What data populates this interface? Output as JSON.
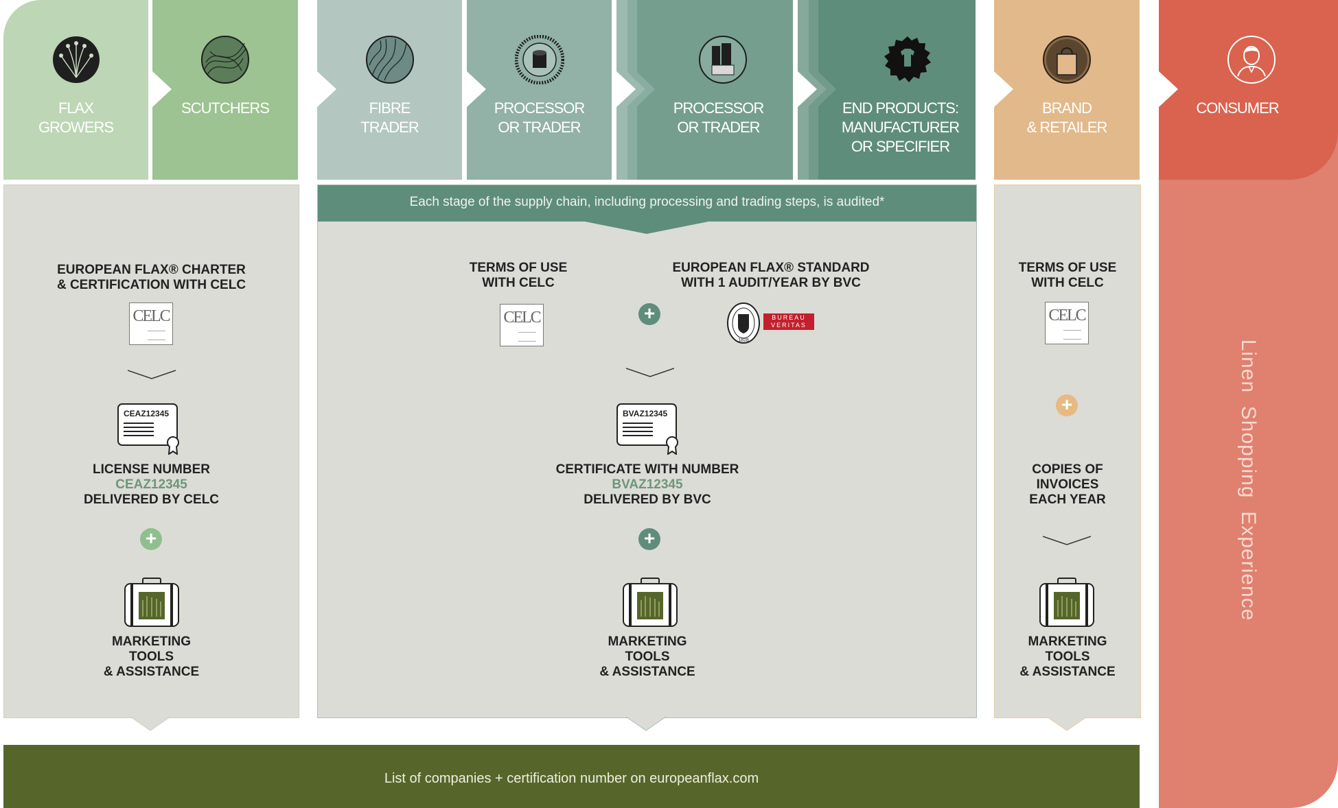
{
  "stages": [
    {
      "label": "FLAX\nGROWERS",
      "icon": "flax-flower-icon",
      "color": "#bdd6b5"
    },
    {
      "label": "SCUTCHERS",
      "icon": "fiber-strands-icon",
      "color": "#9cc391"
    },
    {
      "label": "FIBRE\nTRADER",
      "icon": "fibre-bundle-icon",
      "color": "#b3c6c0"
    },
    {
      "label": "PROCESSOR\nOR TRADER",
      "icon": "yarn-spool-icon",
      "color": "#92b1a7"
    },
    {
      "label": "PROCESSOR\nOR TRADER",
      "icon": "fabric-rolls-icon",
      "color": "#759e8f"
    },
    {
      "label": "END PRODUCTS:\nMANUFACTURER\nOR SPECIFIER",
      "icon": "shirt-badge-icon",
      "color": "#5f8d7b"
    },
    {
      "label": "BRAND\n& RETAILER",
      "icon": "shopping-bag-icon",
      "color": "#e2b98a"
    },
    {
      "label": "CONSUMER",
      "icon": "person-icon",
      "color": "#d9634f"
    }
  ],
  "audit_banner": "Each stage of the supply chain, including processing and trading steps, is audited*",
  "left_panel": {
    "title": "EUROPEAN FLAX® CHARTER\n& CERTIFICATION WITH CELC",
    "logo": "CELC",
    "cert_code": "CEAZ12345",
    "license_line1": "LICENSE NUMBER",
    "license_number": "CEAZ12345",
    "license_line3": "DELIVERED BY CELC",
    "marketing": "MARKETING\nTOOLS\n& ASSISTANCE"
  },
  "middle_panel": {
    "terms_title": "TERMS OF USE\nWITH CELC",
    "standard_title": "EUROPEAN FLAX® STANDARD\nWITH 1 AUDIT/YEAR BY BVC",
    "logo": "CELC",
    "bv_logo_text": "BUREAU\nVERITAS",
    "bv_seal_year": "1828",
    "cert_code": "BVAZ12345",
    "cert_line1": "CERTIFICATE WITH NUMBER",
    "cert_number": "BVAZ12345",
    "cert_line3": "DELIVERED BY BVC",
    "marketing": "MARKETING\nTOOLS\n& ASSISTANCE"
  },
  "right_panel": {
    "terms_title": "TERMS OF USE\nWITH CELC",
    "logo": "CELC",
    "invoices": "COPIES OF\nINVOICES\nEACH YEAR",
    "marketing": "MARKETING\nTOOLS\n& ASSISTANCE"
  },
  "consumer_vertical": "Linen  Shopping  Experience",
  "bottom_bar": "List of companies + certification number on europeanflax.com",
  "colors": {
    "panel_bg": "#dcdcd6",
    "banner": "#5f8d7b",
    "bottom_bar": "#56662b",
    "consumer": "#d9634f",
    "consumer_light": "#e0806e",
    "plus_green_light": "#8fbf8e",
    "plus_green_dark": "#5f8d7b",
    "plus_orange": "#e8b983",
    "number_green": "#6b9778"
  }
}
